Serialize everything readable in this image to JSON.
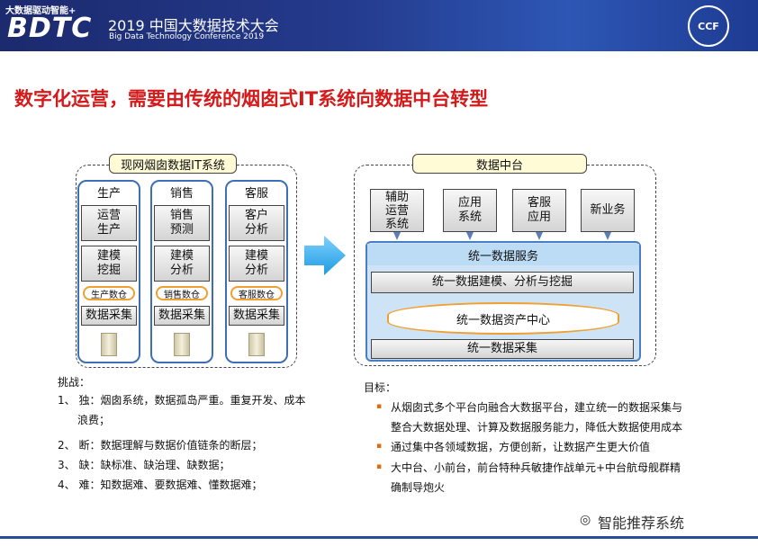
{
  "banner": {
    "tag": "大数据驱动智能+",
    "logo": "BDTC",
    "title": "2019 中国大数据技术大会",
    "subtitle": "Big Data Technology Conference 2019",
    "badge": "CCF"
  },
  "title": "数字化运营，需要由传统的烟囱式IT系统向数据中台转型",
  "left": {
    "label": "现网烟囱数据IT系统",
    "columns": [
      {
        "head": "生产",
        "box1": "运营\n生产",
        "box2": "建模\n挖掘",
        "store": "生产数仓",
        "collect": "数据采集"
      },
      {
        "head": "销售",
        "box1": "销售\n预测",
        "box2": "建模\n分析",
        "store": "销售数仓",
        "collect": "数据采集"
      },
      {
        "head": "客服",
        "box1": "客户\n分析",
        "box2": "建模\n分析",
        "store": "客服数仓",
        "collect": "数据采集"
      }
    ]
  },
  "right": {
    "label": "数据中台",
    "apps": [
      "辅助\n运营\n系统",
      "应用\n系统",
      "客服\n应用",
      "新业务"
    ],
    "service": "统一数据服务",
    "modeling": "统一数据建模、分析与挖掘",
    "asset": "统一数据资产中心",
    "collect": "统一数据采集"
  },
  "challenges": {
    "heading": "挑战：",
    "items": [
      "1、 独：烟囱系统，数据孤岛严重。重复开发、成本",
      "浪费；",
      "2、 断：数据理解与数据价值链条的断层；",
      "3、 缺：缺标准、缺治理、缺数据；",
      "4、 难：知数据难、要数据难、懂数据难；"
    ]
  },
  "goals": {
    "heading": "目标：",
    "items": [
      "从烟囱式多个平台向融合大数据平台，建立统一的数据采集与",
      "整合大数据处理、计算及数据服务能力，降低大数据使用成本",
      "通过集中各领域数据，方便创新，让数据产生更大价值",
      "大中台、小前台，前台特种兵敏捷作战单元+中台航母舰群精",
      "确制导炮火"
    ]
  },
  "watermark": "智能推荐系统"
}
